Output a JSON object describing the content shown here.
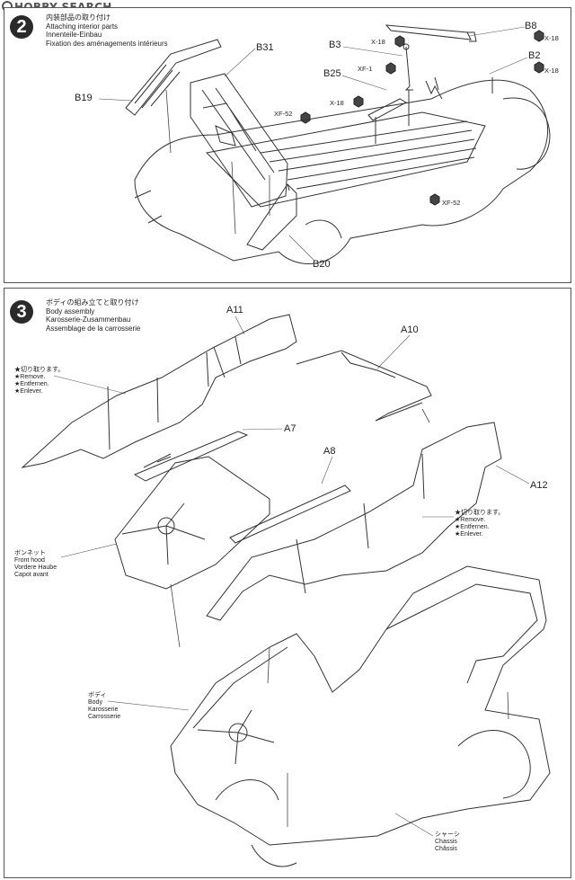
{
  "watermark": "HOBBY SEARCH",
  "step2": {
    "number": "2",
    "title_ja": "内装部品の取り付け",
    "title_en": "Attaching interior parts",
    "title_de": "Innenteile-Einbau",
    "title_fr": "Fixation des aménagements intérieurs",
    "parts": [
      "B31",
      "B19",
      "B20",
      "B3",
      "B25",
      "B8",
      "B2"
    ],
    "paints": [
      "X-18",
      "XF-1",
      "X-18",
      "XF-52",
      "X-18",
      "X-18",
      "XF-52"
    ]
  },
  "step3": {
    "number": "3",
    "title_ja": "ボディの組み立てと取り付け",
    "title_en": "Body assembly",
    "title_de": "Karosserie-Zusammenbau",
    "title_fr": "Assemblage de la carrosserie",
    "parts": [
      "A11",
      "A10",
      "A7",
      "A8",
      "A12"
    ],
    "remove_left": [
      "★切り取ります。",
      "★Remove.",
      "★Entfernen.",
      "★Enlever."
    ],
    "remove_right": [
      "★切り取ります。",
      "★Remove.",
      "★Entfernen.",
      "★Enlever."
    ],
    "front_hood": [
      "ボンネット",
      "Front hood",
      "Vordere Haube",
      "Capot avant"
    ],
    "body": [
      "ボディ",
      "Body",
      "Karosserie",
      "Carrosserie"
    ],
    "chassis": [
      "シャーシ",
      "Chassis",
      "Châssis"
    ]
  }
}
